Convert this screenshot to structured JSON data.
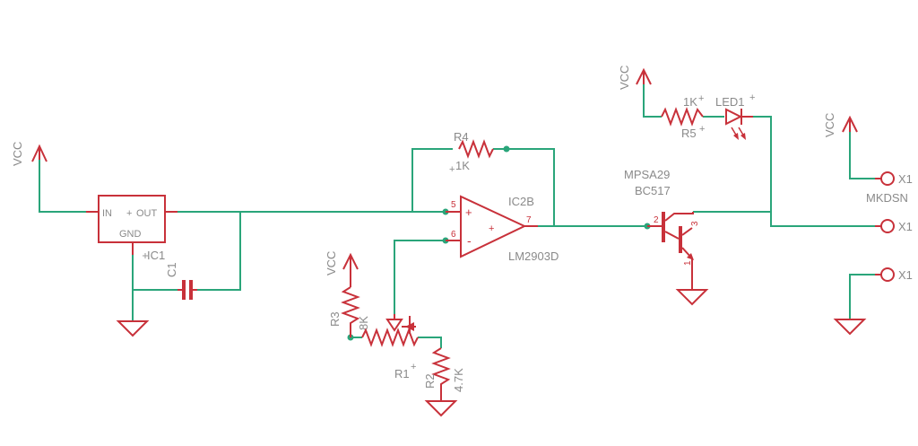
{
  "power": {
    "vcc": "VCC"
  },
  "regulator": {
    "name": "IC1",
    "pin_in": "IN",
    "pin_out": "OUT",
    "pin_gnd": "GND"
  },
  "capacitor": {
    "name": "C1"
  },
  "opamp": {
    "name": "IC2B",
    "part": "LM2903D",
    "pin_plus": "5",
    "pin_minus": "6",
    "pin_out": "7",
    "sign_plus": "+",
    "sign_minus": "-",
    "sign_inner": "+"
  },
  "resistors": {
    "r4": {
      "name": "R4",
      "value": "1K"
    },
    "r3": {
      "name": "R3",
      "value": "8K"
    },
    "r1": {
      "name": "R1"
    },
    "r2": {
      "name": "R2",
      "value": "4.7K"
    },
    "r5": {
      "name": "R5",
      "value": "1K"
    }
  },
  "transistor": {
    "name1": "MPSA29",
    "name2": "BC517",
    "pin_b": "2",
    "pin_c": "3",
    "pin_e": "1"
  },
  "led": {
    "name": "LED1"
  },
  "connectors": {
    "x1": "X1",
    "package": "MKDSN"
  }
}
